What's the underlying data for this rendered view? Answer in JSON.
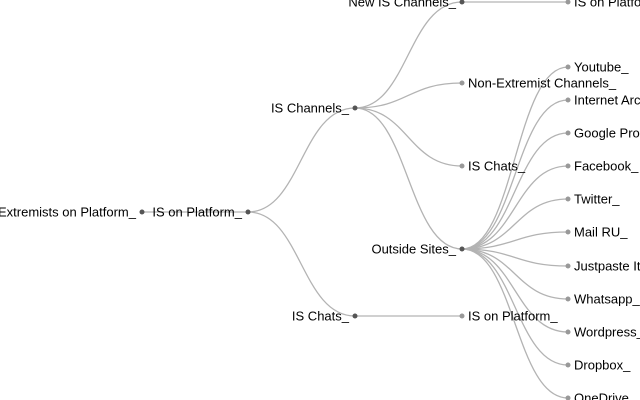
{
  "tree": {
    "root": {
      "label": "Extremists on Platform_"
    },
    "nodes": [
      {
        "id": "n1",
        "label": "IS on Platform_"
      },
      {
        "id": "n2",
        "label": "IS Channels_"
      },
      {
        "id": "n3",
        "label": "IS Chats_"
      },
      {
        "id": "n4",
        "label": "New IS Channels_"
      },
      {
        "id": "n5",
        "label": "IS on Platfo"
      },
      {
        "id": "n6",
        "label": "Non-Extremist Channels_"
      },
      {
        "id": "n7",
        "label": "IS Chats_"
      },
      {
        "id": "n8",
        "label": "Outside Sites_"
      },
      {
        "id": "n9",
        "label": "IS on Platform_"
      },
      {
        "id": "l1",
        "label": "Youtube_"
      },
      {
        "id": "l2",
        "label": "Internet Arc"
      },
      {
        "id": "l3",
        "label": "Google Pro"
      },
      {
        "id": "l4",
        "label": "Facebook_"
      },
      {
        "id": "l5",
        "label": "Twitter_"
      },
      {
        "id": "l6",
        "label": "Mail RU_"
      },
      {
        "id": "l7",
        "label": "Justpaste It"
      },
      {
        "id": "l8",
        "label": "Whatsapp_"
      },
      {
        "id": "l9",
        "label": "Wordpress_"
      },
      {
        "id": "l10",
        "label": "Dropbox_"
      },
      {
        "id": "l11",
        "label": "OneDrive_"
      }
    ],
    "colors": {
      "link": "#b3b3b3",
      "node": "#555555",
      "leaf": "#999999",
      "text": "#000000"
    }
  }
}
